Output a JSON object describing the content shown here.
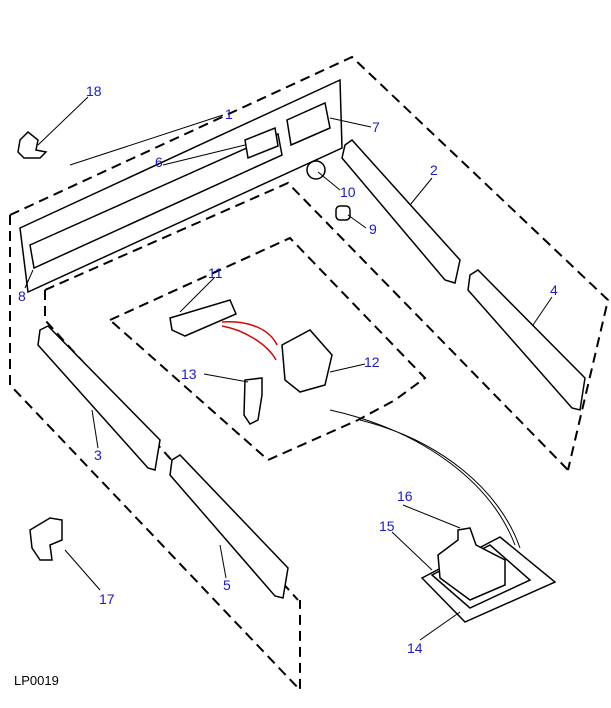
{
  "diagram": {
    "code": "LP0019",
    "callouts": [
      "1",
      "2",
      "3",
      "4",
      "5",
      "6",
      "7",
      "8",
      "9",
      "10",
      "11",
      "12",
      "13",
      "14",
      "15",
      "16",
      "17",
      "18"
    ],
    "label_color": "#1a1acc",
    "wire_color": "#dd0000"
  }
}
